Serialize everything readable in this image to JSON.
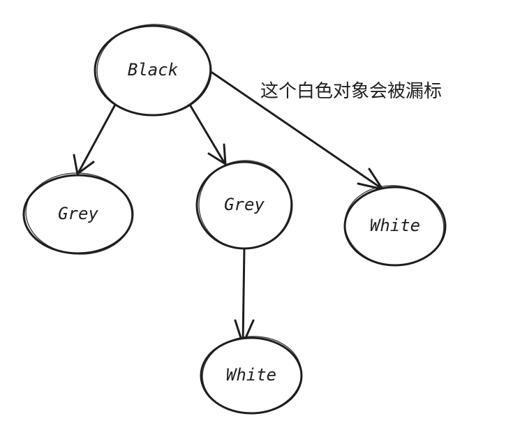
{
  "nodes": {
    "black": "Black",
    "grey_left": "Grey",
    "grey_middle": "Grey",
    "white_right": "White",
    "white_bottom": "White"
  },
  "annotation": "这个白色对象会被漏标"
}
